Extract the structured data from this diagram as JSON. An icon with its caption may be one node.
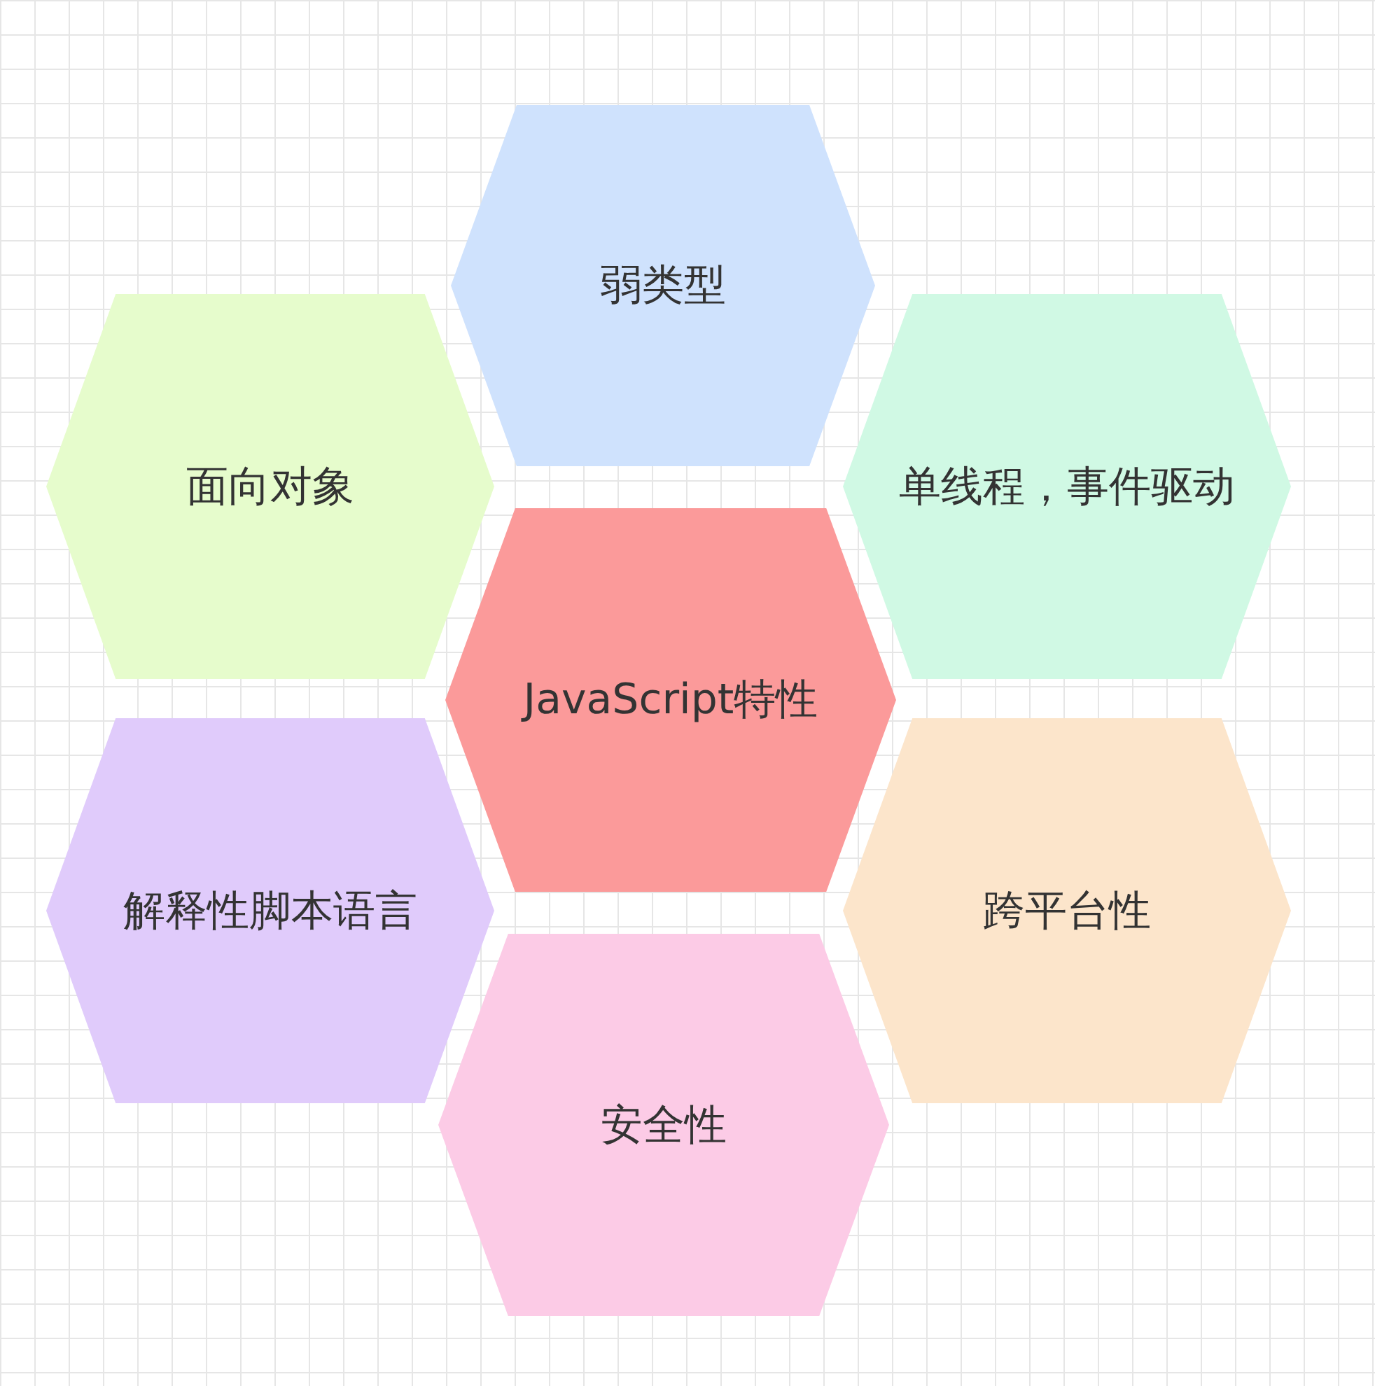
{
  "diagram": {
    "nodes": [
      {
        "text": [
          "弱类型"
        ]
      },
      {
        "text": [
          "面向对象"
        ]
      },
      {
        "text": [
          "单线程，事件驱动"
        ]
      },
      {
        "text": [
          "JavaScript特性"
        ]
      },
      {
        "text": [
          "解释性脚本语言"
        ]
      },
      {
        "text": [
          "跨平台性"
        ]
      },
      {
        "text": [
          "安全性"
        ]
      }
    ],
    "edges": []
  }
}
